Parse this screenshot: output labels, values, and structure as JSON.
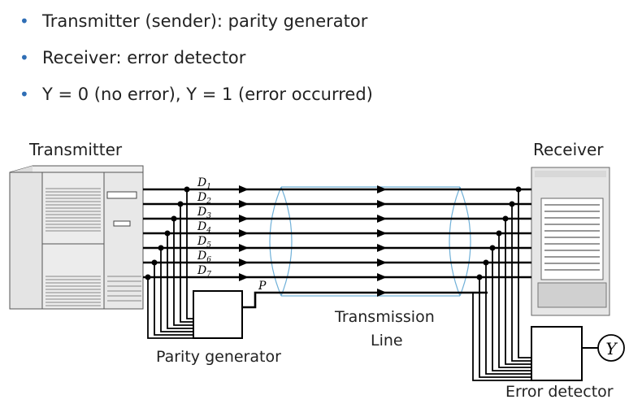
{
  "bullets": [
    "Transmitter (sender): parity generator",
    "Receiver: error detector",
    "Y = 0 (no error), Y =  1 (error occurred)"
  ],
  "diagram": {
    "transmitter_label": "Transmitter",
    "receiver_label": "Receiver",
    "parity_generator_label": "Parity generator",
    "error_detector_label": "Error detector",
    "transmission_line_label_1": "Transmission",
    "transmission_line_label_2": "Line",
    "data_lines": [
      "D1",
      "D2",
      "D3",
      "D4",
      "D5",
      "D6",
      "D7"
    ],
    "parity_line": "P",
    "output_symbol": "Y"
  }
}
